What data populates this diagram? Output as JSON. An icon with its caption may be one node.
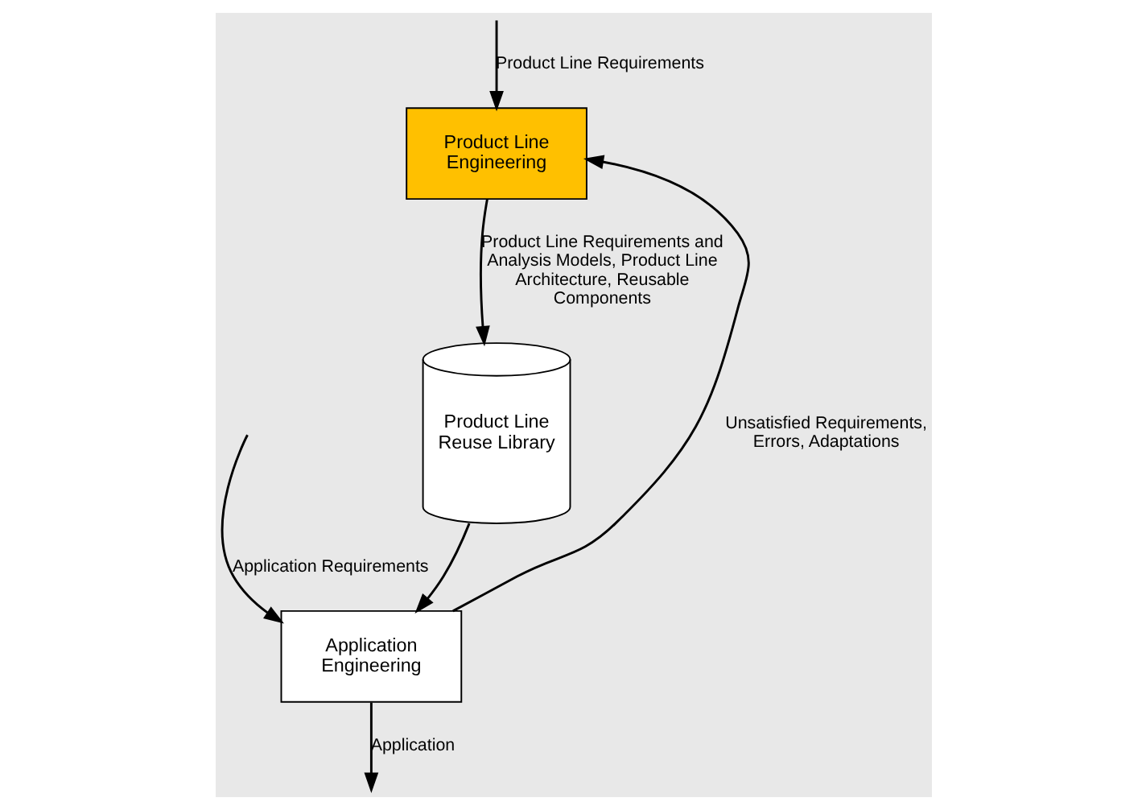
{
  "diagram": {
    "nodes": [
      {
        "text": [
          "Product Line Engineering"
        ]
      },
      {
        "text": [
          "Product Line Reuse Library"
        ]
      },
      {
        "text": [
          "Application Engineering"
        ]
      }
    ],
    "edges": [
      {
        "from": null,
        "to": 0,
        "arrow": "to",
        "label": "Product Line Requirements"
      },
      {
        "from": 0,
        "to": 1,
        "arrow": "to",
        "label": "Product Line Requirements and Analysis Models, Product Line Architecture, Reusable Components"
      },
      {
        "from": 1,
        "to": 2,
        "arrow": "to"
      },
      {
        "from": null,
        "to": 2,
        "arrow": "to",
        "label": "Application Requirements"
      },
      {
        "from": 2,
        "to": null,
        "arrow": "to",
        "label": "Application"
      },
      {
        "from": 2,
        "to": 0,
        "arrow": "to",
        "label": "Unsatisfied Requirements, Errors, Adaptations"
      }
    ]
  }
}
